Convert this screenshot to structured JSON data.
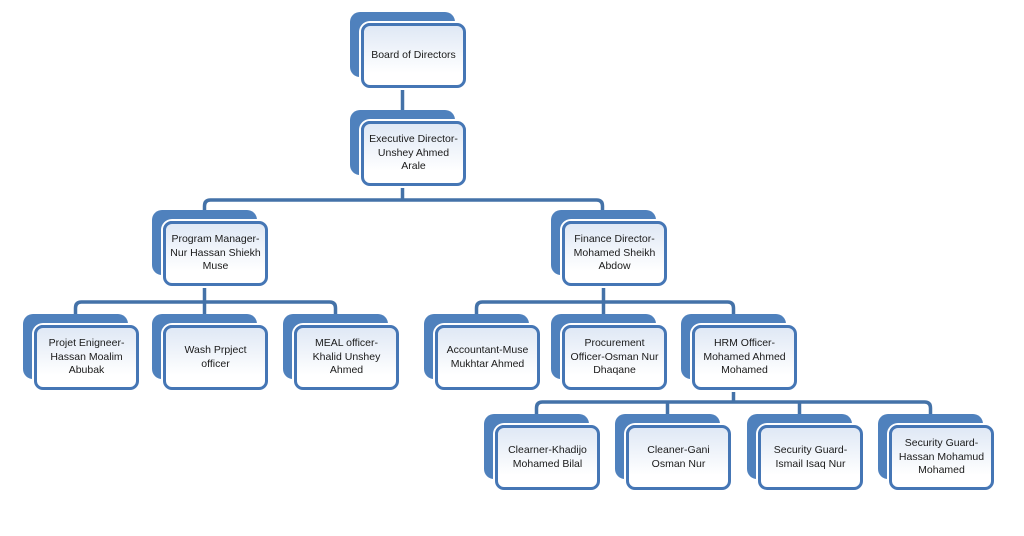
{
  "diagram_type": "organization-chart",
  "colors": {
    "shape_fill": "#4F81BD",
    "shape_border": "#4576B5",
    "connector": "#4472A8",
    "card_fill_top": "#DFE8F5",
    "card_fill_bottom": "#FFFFFF"
  },
  "org": {
    "nodes": [
      {
        "id": "board",
        "label": "Board of Directors",
        "parent": null
      },
      {
        "id": "exec",
        "label": "Executive Director- Unshey Ahmed Arale",
        "parent": "board"
      },
      {
        "id": "program",
        "label": "Program Manager- Nur Hassan Shiekh Muse",
        "parent": "exec"
      },
      {
        "id": "finance",
        "label": "Finance Director- Mohamed Sheikh Abdow",
        "parent": "exec"
      },
      {
        "id": "projet",
        "label": "Projet Enigneer- Hassan Moalim Abubak",
        "parent": "program"
      },
      {
        "id": "wash",
        "label": "Wash Prpject officer",
        "parent": "program"
      },
      {
        "id": "meal",
        "label": "MEAL officer- Khalid Unshey Ahmed",
        "parent": "program"
      },
      {
        "id": "accountant",
        "label": "Accountant-Muse Mukhtar Ahmed",
        "parent": "finance"
      },
      {
        "id": "procurement",
        "label": "Procurement Officer-Osman Nur Dhaqane",
        "parent": "finance"
      },
      {
        "id": "hrm",
        "label": "HRM Officer- Mohamed Ahmed Mohamed",
        "parent": "finance"
      },
      {
        "id": "cleaner1",
        "label": "Clearner-Khadijo Mohamed Bilal",
        "parent": "hrm"
      },
      {
        "id": "cleaner2",
        "label": "Cleaner-Gani Osman Nur",
        "parent": "hrm"
      },
      {
        "id": "guard1",
        "label": "Security Guard- Ismail Isaq Nur",
        "parent": "hrm"
      },
      {
        "id": "guard2",
        "label": "Security Guard- Hassan Mohamud Mohamed",
        "parent": "hrm"
      }
    ]
  }
}
